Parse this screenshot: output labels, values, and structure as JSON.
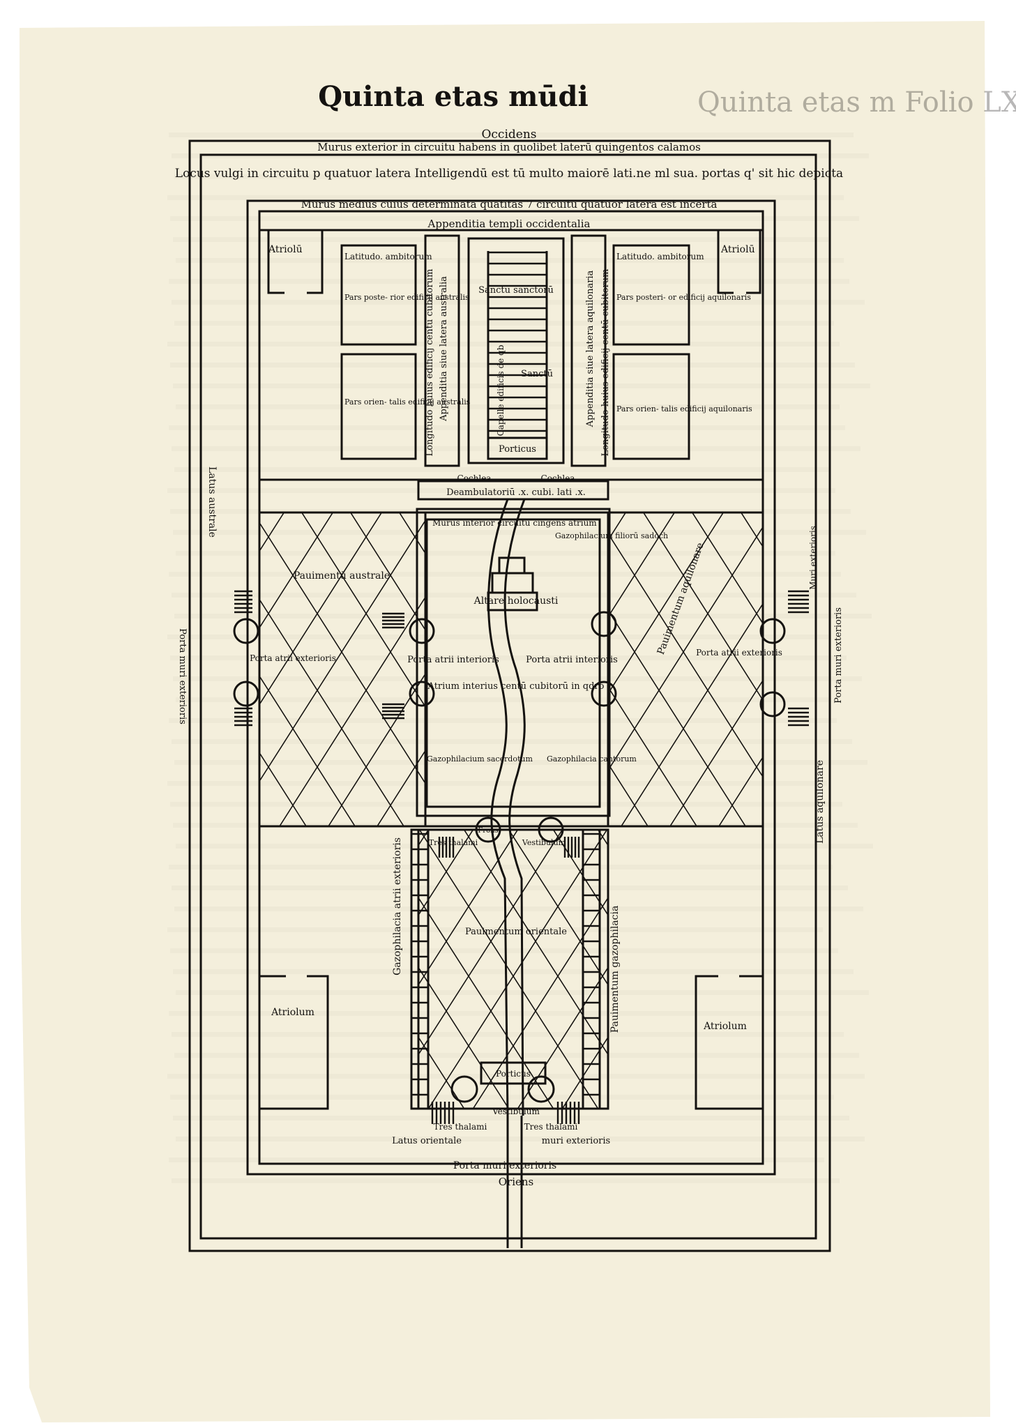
{
  "colors": {
    "paper": "#f4efdc",
    "ink": "#141210",
    "background": "#ffffff",
    "show_through": "#bdb6a2"
  },
  "page": {
    "title": "Quinta etas mūdi",
    "bleed_through_header": "Quinta etas m    Folio   LXVII"
  },
  "plan": {
    "top_edge": {
      "occidens": "Occidens",
      "murus_exterior": "Murus exterior in circuitu habens in quolibet laterū quingentos calamos",
      "locus_vulgi": "Locus vulgi in circuitu p quatuor latera   Intelligendū est tū multo maiorē lati.ne ml sua. portas q' sit hic depicta",
      "murus_medius": "Murus medius cuius determinata quātitas 7 circuitu quatuor latera est incerta",
      "appenditia": "Appenditia templi occidentalia"
    },
    "upper_rooms": {
      "atriolum_left": "Atriolū",
      "atriolum_right": "Atriolū",
      "latitudo_left": "Latitudo. ambitorum",
      "latitudo_right": "Latitudo. ambitorum",
      "pars_post_left": "Pars poste- rior edificij australis",
      "pars_post_right": "Pars posteri- or edificij aquilonaris",
      "pars_orient_left": "Pars orien- talis edificij australis",
      "pars_orient_right": "Pars orien- talis edificij aquilonaris"
    },
    "temple": {
      "sanctum": "Sanctū sanctorū",
      "sanctum2": "Sanctū",
      "capella": "Capelle edificis de qb",
      "porticus": "Porticus",
      "appenditia_austr": "Appenditia siue latera australia",
      "appenditia_aquil": "Appenditia siue latera aquilonaria",
      "longitudo_left": "Longitudo huius edificij centū cubitorum",
      "longitudo_right": "Longitudo huius edificij centū cubitorum",
      "cochlea_left": "Cochlea",
      "cochlea_right": "Cochlea",
      "deambulatorium": "Deambulatoriū .x. cubi. lati .x."
    },
    "inner_court": {
      "murus_interior": "Murus interior circuitu cingens atrium",
      "gazophilacium": "Gazophilacium filiorū sadoch",
      "altare": "Altare holocausti",
      "porta_atrii_interioris_left": "Porta atrii interioris",
      "porta_atrii_interioris_right": "Porta atrii interioris",
      "atrium_interius": "Atrium interius centū cubitorū in qdro",
      "gazophilacium_sacerdotum": "Gazophilacium sacerdotum",
      "gazophilacia_cantorum": "Gazophilacia cantorum"
    },
    "outer_court": {
      "pavimentum_australe": "Pauimentū australe",
      "pavimentum_aquilonare": "Pauimentum aquilonare",
      "porta_atrii_exterioris_left": "Porta atrii exterioris",
      "porta_atrii_exterioris_right": "Porta atrii exterioris",
      "latus_australe": "Latus australe",
      "latus_aquilonare": "Latus aquilonare",
      "muri_exterioris_left": "Porta muri exterioris",
      "muri_exterioris_right": "Porta muri exterioris",
      "muri_exterioris_right2": "Muri exterioris",
      "tres_thalami": "Tres thalami",
      "vestibulum": "Vestibulum",
      "frons": "Frons",
      "pavimentum_orientale": "Pauimentum orientale",
      "gazophilacia_left": "Gazophilacia atrii exterioris",
      "gazophilacia_right": "Pauimentum gazophilacia",
      "atriolum_bl": "Atriolum",
      "atriolum_br": "Atriolum"
    },
    "bottom_edge": {
      "porticus": "Porticus",
      "vestibulum": "Vestibulum",
      "tres_thalami_left": "Tres thalami",
      "tres_thalami_right": "Tres thalami",
      "latus_orientale": "Latus orientale",
      "muri_exterioris": "muri exterioris",
      "porta_muri_exterioris": "Porta muri exterioris",
      "oriens": "Oriens"
    }
  }
}
